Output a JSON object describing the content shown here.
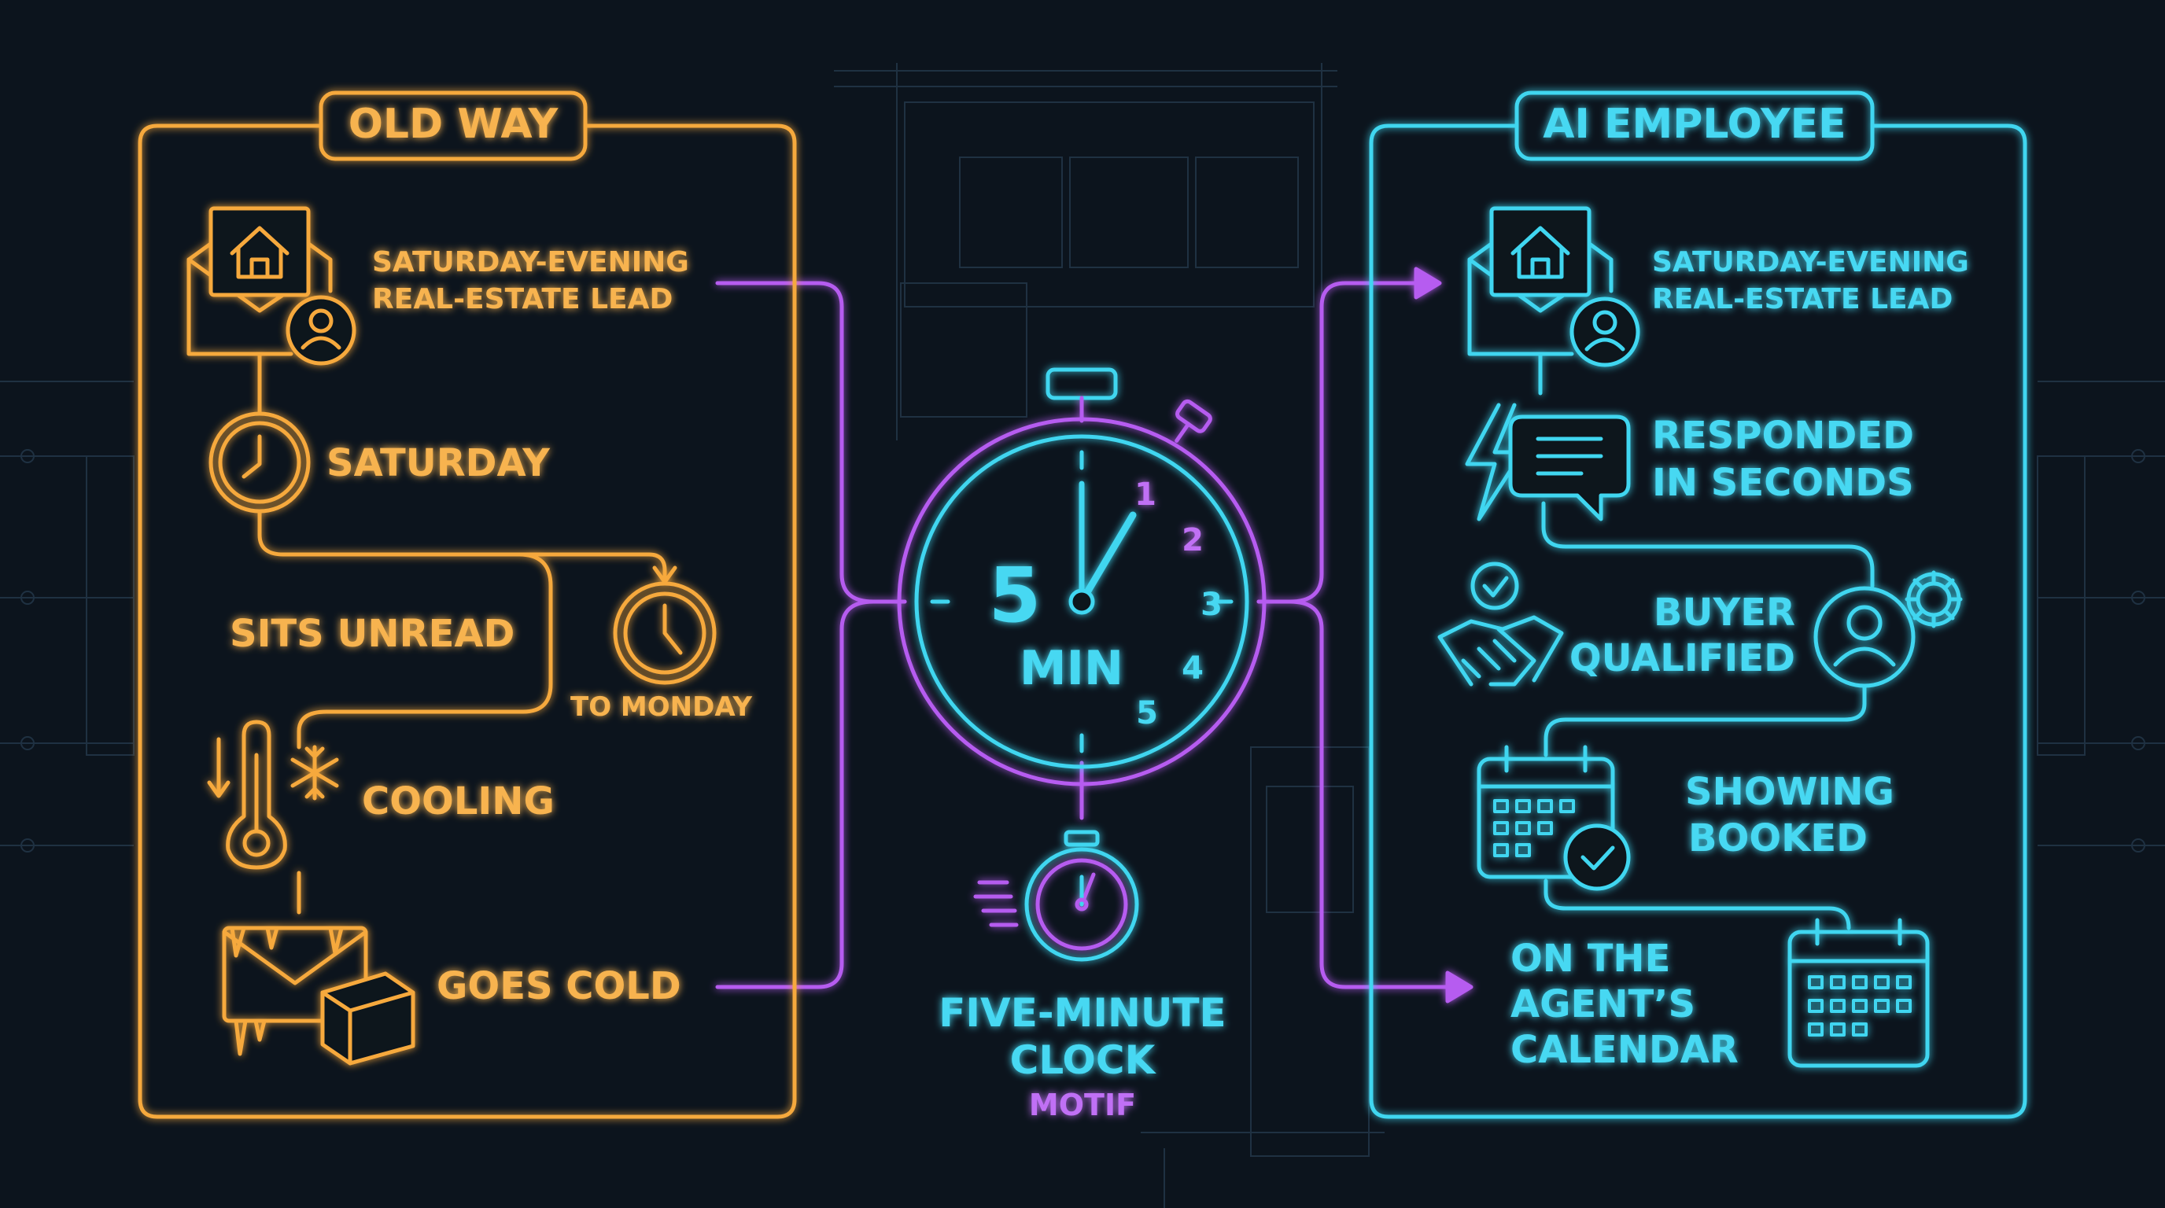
{
  "old_way": {
    "title": "OLD WAY",
    "steps": [
      {
        "line1": "SATURDAY-EVENING",
        "line2": "REAL-ESTATE LEAD",
        "icon": "envelope-house-person-icon"
      },
      {
        "label": "SATURDAY",
        "icon": "clock-icon"
      },
      {
        "label": "SITS UNREAD",
        "icon": ""
      },
      {
        "label": "TO MONDAY",
        "icon": "clock-icon"
      },
      {
        "label": "COOLING",
        "icon": "thermometer-snowflake-icon"
      },
      {
        "label": "GOES COLD",
        "icon": "frozen-envelope-ice-cube-icon"
      }
    ]
  },
  "center": {
    "timer_number": "5",
    "timer_unit": "MIN",
    "dial_numbers": [
      "1",
      "2",
      "3",
      "4",
      "5"
    ],
    "caption_line1": "FIVE-MINUTE",
    "caption_line2": "CLOCK",
    "caption_sub": "MOTIF"
  },
  "ai_employee": {
    "title": "AI EMPLOYEE",
    "steps": [
      {
        "line1": "SATURDAY-EVENING",
        "line2": "REAL-ESTATE LEAD",
        "icon": "envelope-house-person-icon"
      },
      {
        "line1": "RESPONDED",
        "line2": "IN SECONDS",
        "icon": "lightning-chat-icon"
      },
      {
        "line1": "BUYER",
        "line2": "QUALIFIED",
        "icon": "handshake-check-icon"
      },
      {
        "line1": "SHOWING",
        "line2": "BOOKED",
        "icon": "calendar-check-icon"
      },
      {
        "line1": "ON THE",
        "line2": "AGENT’S",
        "line3": "CALENDAR",
        "icon": "calendar-icon"
      }
    ]
  },
  "colors": {
    "background": "#0c141d",
    "old_way": "#f6a93e",
    "ai_employee": "#3fd6f0",
    "connector": "#b65cf0"
  }
}
